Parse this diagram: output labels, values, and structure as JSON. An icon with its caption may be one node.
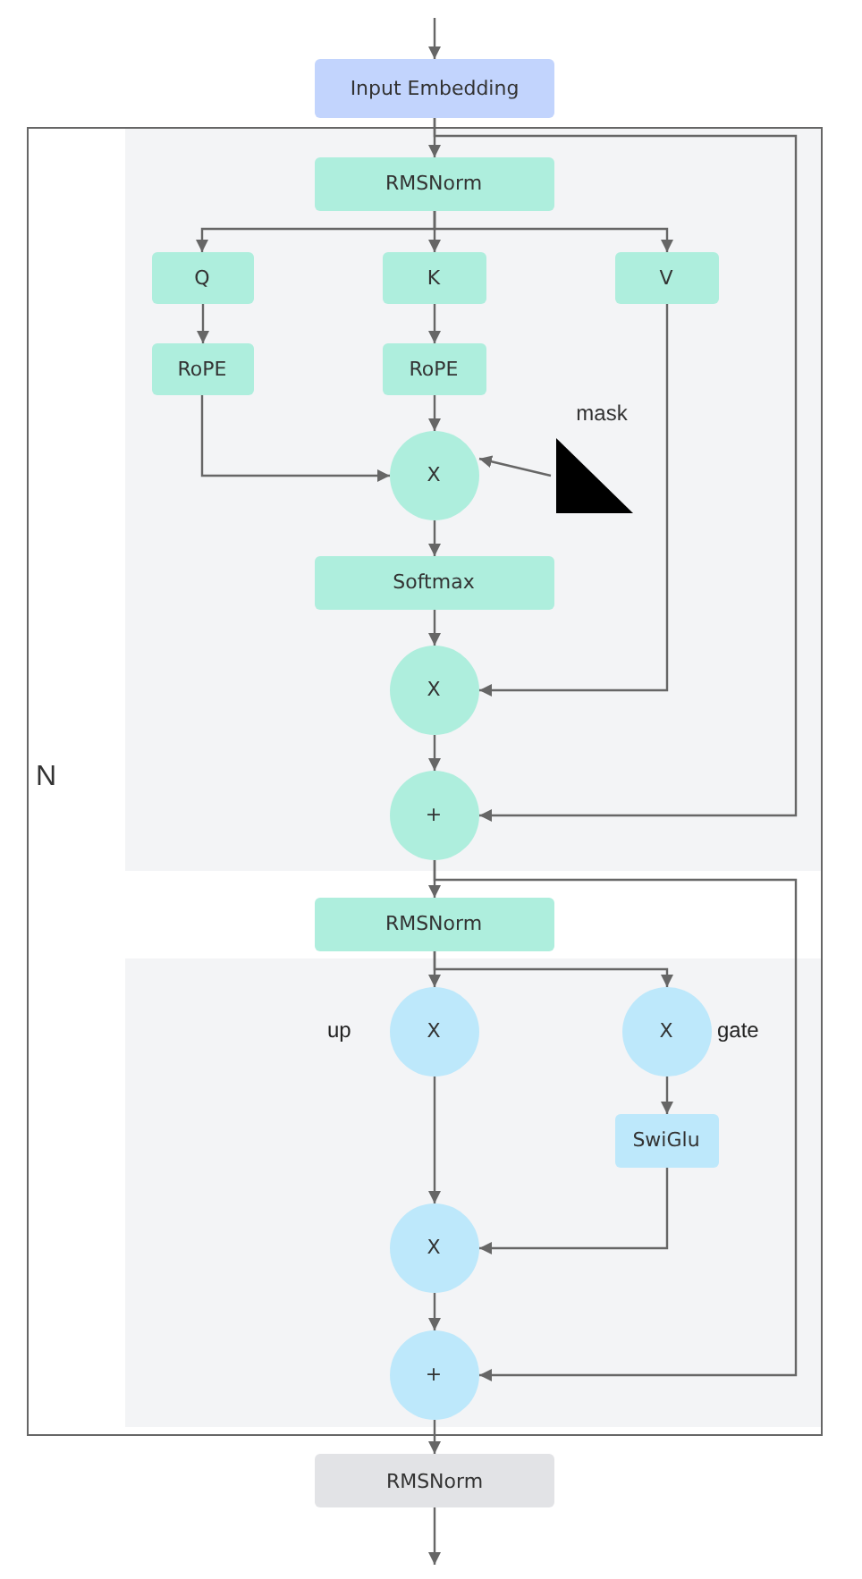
{
  "diagram": {
    "nodes": [
      {
        "text": [
          "Input Embedding"
        ]
      },
      {
        "text": [
          "N"
        ]
      },
      {
        "text": [
          "RMSNorm"
        ],
        "in": 1
      },
      {
        "text": [
          "Q"
        ],
        "in": 1
      },
      {
        "text": [
          "K"
        ],
        "in": 1
      },
      {
        "text": [
          "V"
        ],
        "in": 1
      },
      {
        "text": [
          "RoPE"
        ],
        "in": 1
      },
      {
        "text": [
          "RoPE"
        ],
        "in": 1
      },
      {
        "text": [
          "X"
        ],
        "in": 1
      },
      {
        "text": [
          "mask"
        ],
        "in": 1
      },
      {
        "text": [
          "Softmax"
        ],
        "in": 1
      },
      {
        "text": [
          "X"
        ],
        "in": 1
      },
      {
        "text": [
          "+"
        ],
        "in": 1
      },
      {
        "text": [
          "RMSNorm"
        ],
        "in": 1
      },
      {
        "text": [
          "X"
        ],
        "in": 1,
        "beside": [
          "up"
        ]
      },
      {
        "text": [
          "X"
        ],
        "in": 1,
        "beside": [
          "gate"
        ]
      },
      {
        "text": [
          "SwiGlu"
        ],
        "in": 1
      },
      {
        "text": [
          "X"
        ],
        "in": 1
      },
      {
        "text": [
          "+"
        ],
        "in": 1
      },
      {
        "text": [
          "RMSNorm"
        ]
      }
    ],
    "edges": [
      {
        "from": null,
        "to": 0,
        "arrow": "to"
      },
      {
        "from": 0,
        "to": 2,
        "arrow": "to"
      },
      {
        "from": 2,
        "to": 3,
        "arrow": "to"
      },
      {
        "from": 2,
        "to": 4,
        "arrow": "to"
      },
      {
        "from": 2,
        "to": 5,
        "arrow": "to"
      },
      {
        "from": 3,
        "to": 6,
        "arrow": "to"
      },
      {
        "from": 4,
        "to": 7,
        "arrow": "to"
      },
      {
        "from": 6,
        "to": 8,
        "arrow": "to"
      },
      {
        "from": 7,
        "to": 8,
        "arrow": "to"
      },
      {
        "from": 9,
        "to": 8,
        "arrow": "to"
      },
      {
        "from": 8,
        "to": 10,
        "arrow": "to"
      },
      {
        "from": 10,
        "to": 11,
        "arrow": "to"
      },
      {
        "from": 5,
        "to": 11,
        "arrow": "to"
      },
      {
        "from": 11,
        "to": 12,
        "arrow": "to"
      },
      {
        "from": 0,
        "to": 12,
        "arrow": "to"
      },
      {
        "from": 12,
        "to": 13,
        "arrow": "to"
      },
      {
        "from": 12,
        "to": 18,
        "arrow": "to"
      },
      {
        "from": 13,
        "to": 14,
        "arrow": "to"
      },
      {
        "from": 13,
        "to": 15,
        "arrow": "to"
      },
      {
        "from": 14,
        "to": 17,
        "arrow": "to"
      },
      {
        "from": 15,
        "to": 16,
        "arrow": "to"
      },
      {
        "from": 16,
        "to": 17,
        "arrow": "to"
      },
      {
        "from": 17,
        "to": 18,
        "arrow": "to"
      },
      {
        "from": 18,
        "to": 19,
        "arrow": "to"
      },
      {
        "from": 19,
        "to": null,
        "arrow": "to"
      }
    ]
  }
}
